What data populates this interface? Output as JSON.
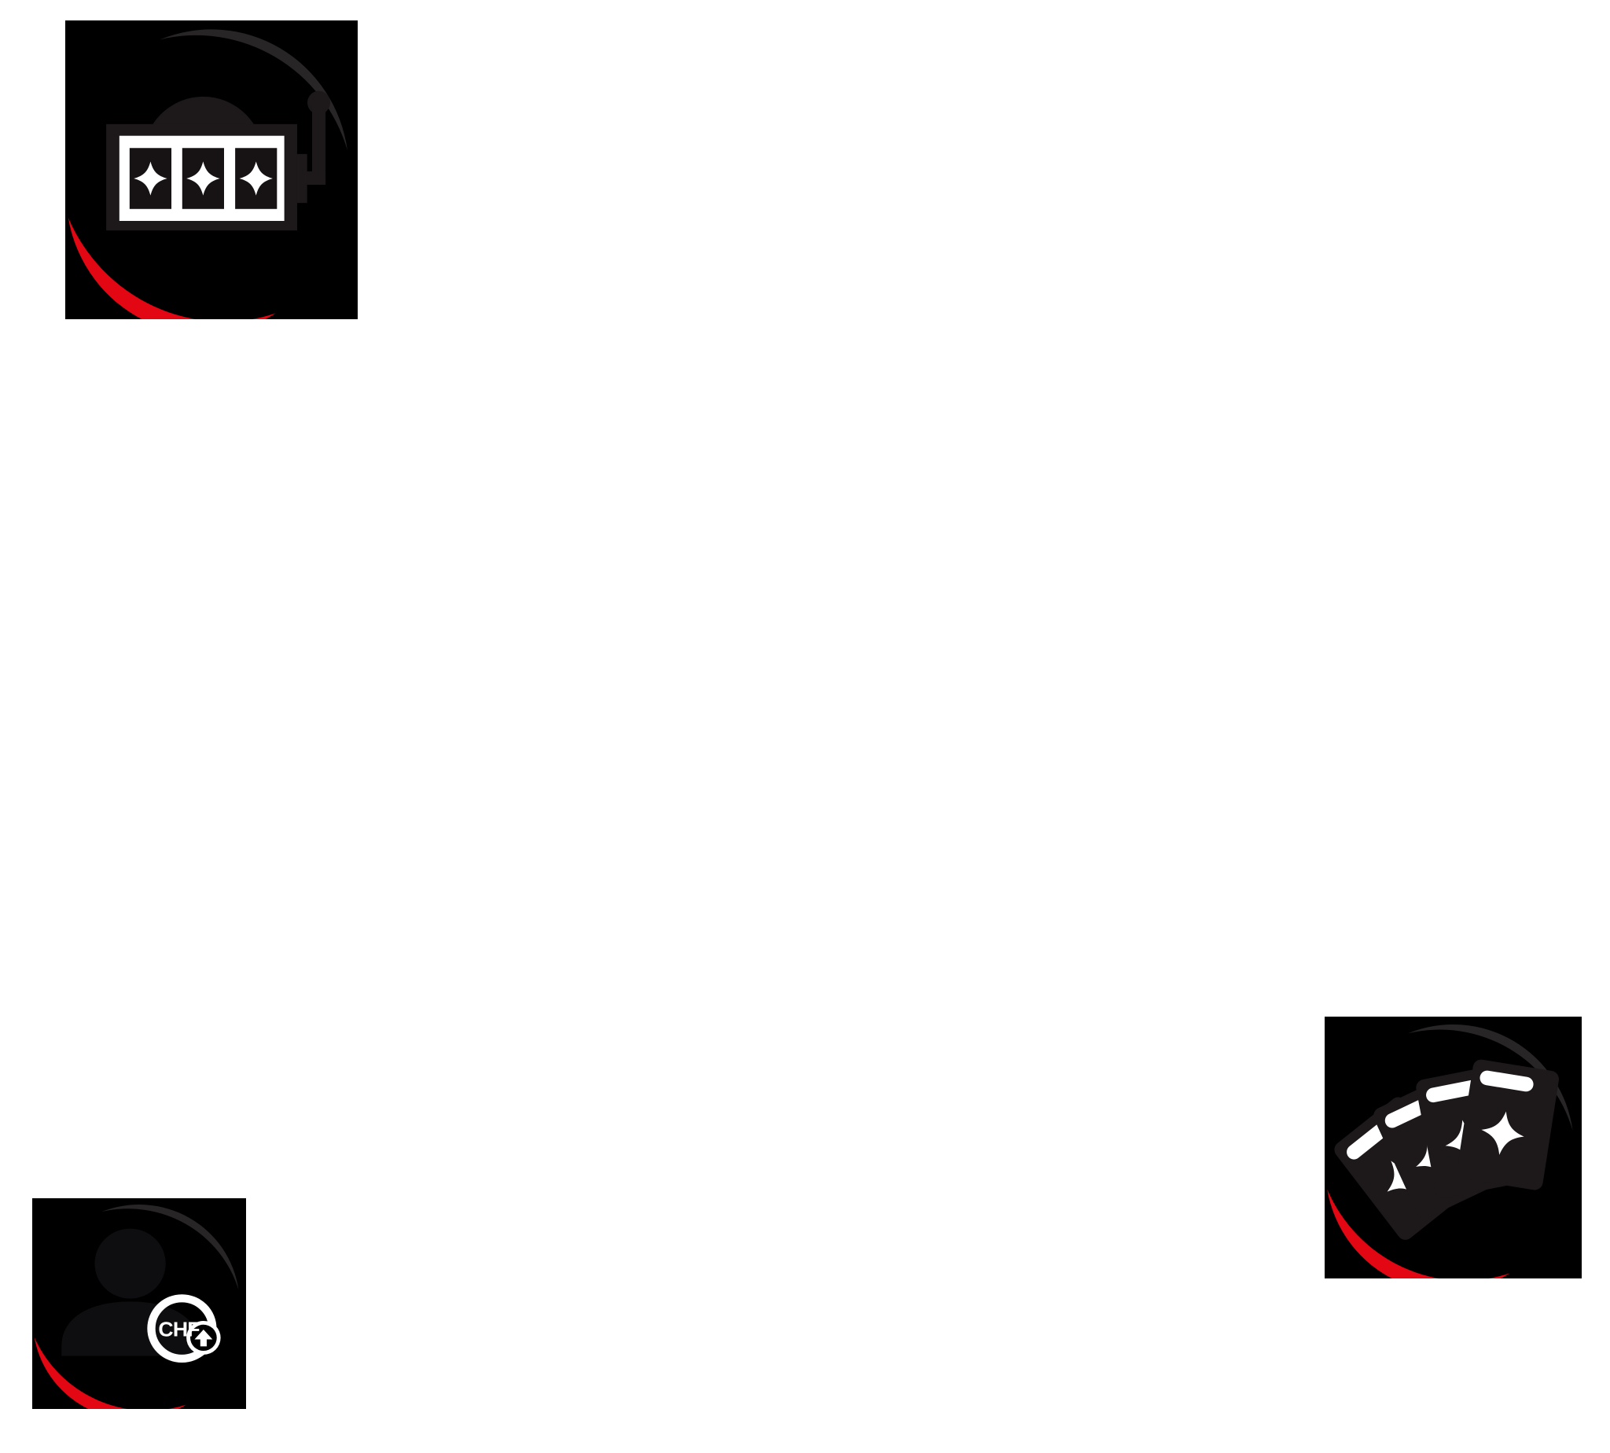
{
  "page": {
    "background": "#ffffff"
  },
  "colors": {
    "tile_background": "#000000",
    "swoosh_dark": "#282526",
    "swoosh_red": "#e30613",
    "icon_charcoal": "#1d191a",
    "icon_white": "#ffffff",
    "reel_window": "#171314",
    "person_fill": "#0e0e11"
  },
  "tiles": [
    {
      "id": "slot-machine",
      "icon": "slot-machine-icon",
      "description": "slot machine with three reels, each showing a white four-pointed star, with lever on right"
    },
    {
      "id": "playing-cards",
      "icon": "playing-cards-icon",
      "description": "four fanned dark playing cards with white top stripe and white four-pointed star"
    },
    {
      "id": "player-deposit",
      "icon": "person-chf-deposit-icon",
      "badge_label": "CHF",
      "description": "person silhouette with circular CHF badge and up arrow"
    }
  ]
}
